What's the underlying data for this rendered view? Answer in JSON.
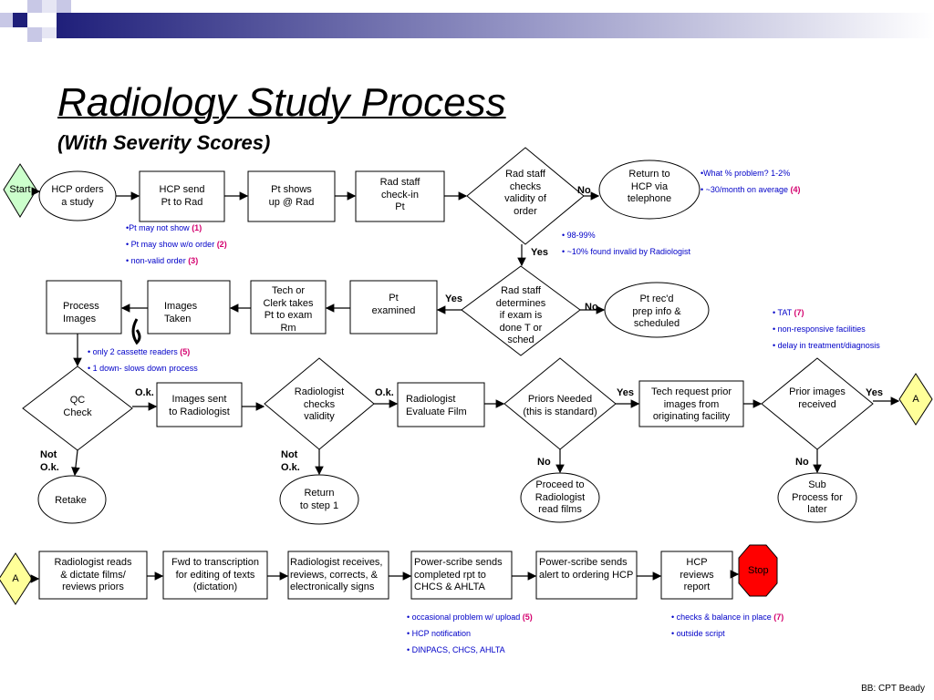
{
  "title": "Radiology Study Process",
  "subtitle": "(With Severity Scores)",
  "credit": "BB: CPT Beady",
  "nodes": {
    "start": "Start",
    "hcp_orders": "HCP orders\na study",
    "hcp_send": "HCP send\nPt to Rad",
    "pt_shows": "Pt shows\nup @ Rad",
    "rad_checkin": "Rad staff\ncheck-in\nPt",
    "rad_checks_validity": "Rad staff\nchecks\nvalidity of\norder",
    "return_hcp": "Return to\nHCP via\ntelephone",
    "rad_determines": "Rad staff\ndetermines\nif exam is\ndone T or\nsched",
    "pt_prep": "Pt rec'd\nprep info &\nscheduled",
    "pt_examined": "Pt\nexamined",
    "tech_clerk": "Tech or\nClerk takes\nPt to exam\nRm",
    "images_taken": "Images\nTaken",
    "process_images": "Process\nImages",
    "qc_check": "QC\nCheck",
    "images_sent": "Images sent\nto Radiologist",
    "radiologist_checks": "Radiologist\nchecks\nvalidity",
    "radiologist_eval": "Radiologist\nEvaluate Film",
    "priors_needed": "Priors Needed\n(this is standard)",
    "tech_request": "Tech request prior\nimages from\noriginating facility",
    "prior_received": "Prior images\nreceived",
    "connector_a1": "A",
    "retake": "Retake",
    "return_step1": "Return\nto step 1",
    "proceed": "Proceed to\nRadiologist\nread films",
    "sub_process": "Sub\nProcess for\nlater",
    "connector_a2": "A",
    "reads_dictate": "Radiologist reads\n& dictate films/\nreviews priors",
    "fwd_transcription": "Fwd to transcription\nfor editing of texts\n(dictation)",
    "receives_reviews": "Radiologist receives,\nreviews, corrects, &\nelectronically signs",
    "powerscribe_sends": "Power-scribe sends\ncompleted rpt to\nCHCS & AHLTA",
    "powerscribe_alert": "Power-scribe sends\nalert to ordering HCP",
    "hcp_reviews": "HCP\nreviews\nreport",
    "stop": "Stop"
  },
  "branch_labels": {
    "no1": "No",
    "yes1": "Yes",
    "yes2": "Yes",
    "no2": "No",
    "ok1": "O.k.",
    "ok2": "O.k.",
    "yes3": "Yes",
    "yes4": "Yes",
    "notok1": "Not\nO.k.",
    "notok2": "Not\nO.k.",
    "no3": "No",
    "no4": "No"
  },
  "notes": {
    "validity_problem": [
      {
        "text": "•What % problem? 1-2%",
        "sev": ""
      },
      {
        "text": "• ~30/month on average ",
        "sev": "(4)"
      }
    ],
    "validity_yes": [
      {
        "text": "• 98-99%",
        "sev": ""
      },
      {
        "text": "• ~10% found invalid by Radiologist",
        "sev": ""
      }
    ],
    "pt_show": [
      {
        "text": "•Pt may not show ",
        "sev": "(1)"
      },
      {
        "text": "• Pt may show w/o order ",
        "sev": "(2)"
      },
      {
        "text": "• non-valid order ",
        "sev": "(3)"
      }
    ],
    "tat": [
      {
        "text": "• TAT ",
        "sev": "(7)"
      },
      {
        "text": "• non-responsive facilities",
        "sev": ""
      },
      {
        "text": "• delay in treatment/diagnosis",
        "sev": ""
      }
    ],
    "cassette": [
      {
        "text": "• only 2 cassette readers ",
        "sev": "(5)"
      },
      {
        "text": "• 1 down- slows down process",
        "sev": ""
      }
    ],
    "powerscribe": [
      {
        "text": "• occasional problem w/ upload ",
        "sev": "(5)"
      },
      {
        "text": "• HCP notification",
        "sev": ""
      },
      {
        "text": "• DINPACS, CHCS, AHLTA",
        "sev": ""
      }
    ],
    "checks": [
      {
        "text": "• checks & balance in place ",
        "sev": "(7)"
      },
      {
        "text": "• outside script",
        "sev": ""
      }
    ]
  },
  "colors": {
    "start_fill": "#ccffcc",
    "connector_fill": "#ffff99",
    "stop_fill": "#ff0000",
    "note_text": "#0000c8",
    "severity_text": "#d4006e",
    "bar_dark": "#1f1f7a",
    "bar_light": "#ffffff"
  }
}
